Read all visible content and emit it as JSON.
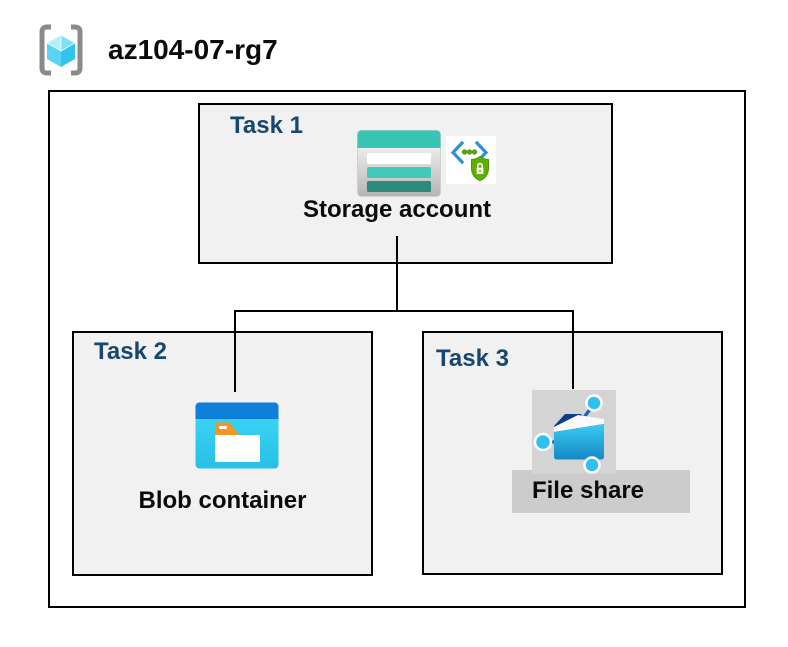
{
  "resource_group": {
    "name": "az104-07-rg7",
    "icon": "resource-group-icon"
  },
  "tasks": [
    {
      "label": "Task 1",
      "item": "Storage account",
      "icons": [
        "storage-account-icon",
        "secure-access-icon"
      ]
    },
    {
      "label": "Task 2",
      "item": "Blob container",
      "icons": [
        "blob-container-icon"
      ]
    },
    {
      "label": "Task 3",
      "item": "File share",
      "icons": [
        "file-share-icon"
      ]
    }
  ],
  "connections": [
    {
      "from": "Storage account",
      "to": "Blob container"
    },
    {
      "from": "Storage account",
      "to": "File share"
    }
  ],
  "colors": {
    "task_label_blue": "#17476f",
    "box_fill_gray": "#f1f1f1",
    "border_black": "#000000",
    "storage_teal_band": "#38c5b4",
    "storage_teal_stripe": "#41cab9",
    "storage_teal_dark": "#2b8a7c",
    "blob_band_blue": "#0e80da",
    "blob_body_cyan": "#40d8f7",
    "folder_tab_orange": "#f79428",
    "fileshare_navy": "#0a3f91",
    "fileshare_node_cyan": "#2fc0ef",
    "shield_green": "#5fae00",
    "chevron_blue": "#2f8ed6",
    "selection_gray": "#d4d4d4",
    "rg_cube_cyan": "#59d5f3",
    "rg_bracket_gray": "#8a8a8a"
  }
}
